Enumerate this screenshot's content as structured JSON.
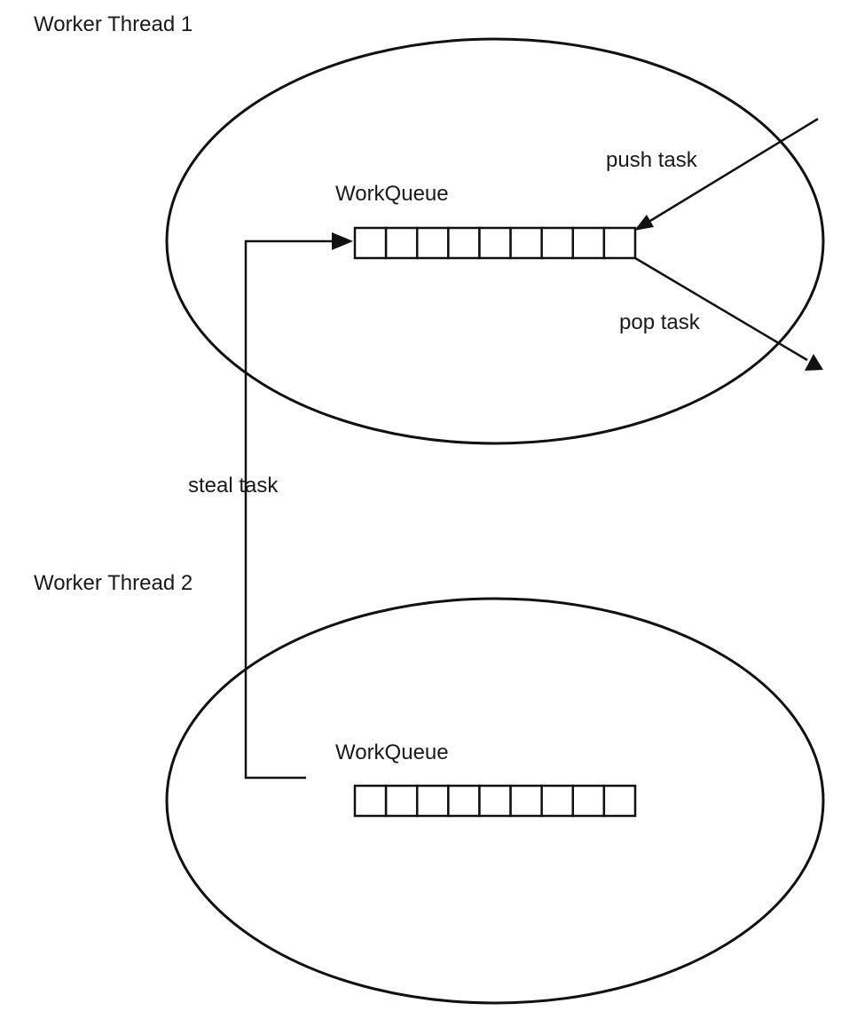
{
  "threads": [
    {
      "label": "Worker Thread 1",
      "queue": {
        "label": "WorkQueue",
        "slots": 9
      }
    },
    {
      "label": "Worker Thread 2",
      "queue": {
        "label": "WorkQueue",
        "slots": 9
      }
    }
  ],
  "edges": {
    "push": "push task",
    "pop": "pop task",
    "steal": "steal task"
  }
}
